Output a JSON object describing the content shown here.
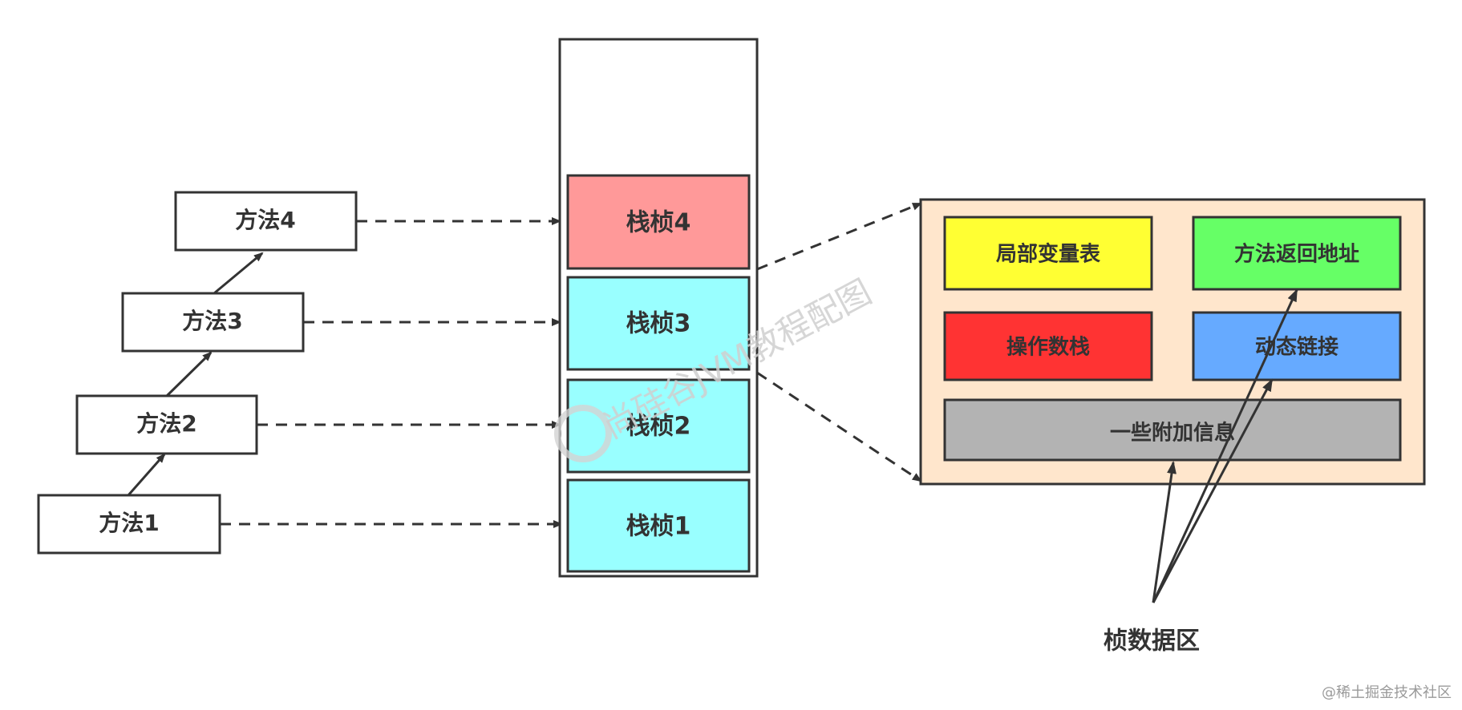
{
  "methods": [
    {
      "label": "方法1"
    },
    {
      "label": "方法2"
    },
    {
      "label": "方法3"
    },
    {
      "label": "方法4"
    }
  ],
  "stack_frames": [
    {
      "label": "栈桢1",
      "color": "#99ffff"
    },
    {
      "label": "栈桢2",
      "color": "#99ffff"
    },
    {
      "label": "栈桢3",
      "color": "#99ffff"
    },
    {
      "label": "栈桢4",
      "color": "#ff9999"
    }
  ],
  "frame_detail": {
    "background": "#ffe6cc",
    "parts": {
      "local_vars": {
        "label": "局部变量表",
        "color": "#ffff33"
      },
      "return_address": {
        "label": "方法返回地址",
        "color": "#66ff66"
      },
      "operand_stack": {
        "label": "操作数栈",
        "color": "#ff3333"
      },
      "dynamic_linking": {
        "label": "动态链接",
        "color": "#66aaff"
      },
      "additional_info": {
        "label": "一些附加信息",
        "color": "#b3b3b3"
      }
    }
  },
  "frame_data_area_label": "桢数据区",
  "watermark": "尚硅谷JVM教程配图",
  "footer": "@稀土掘金技术社区",
  "colors": {
    "stroke": "#333333",
    "arrow": "#333333"
  }
}
